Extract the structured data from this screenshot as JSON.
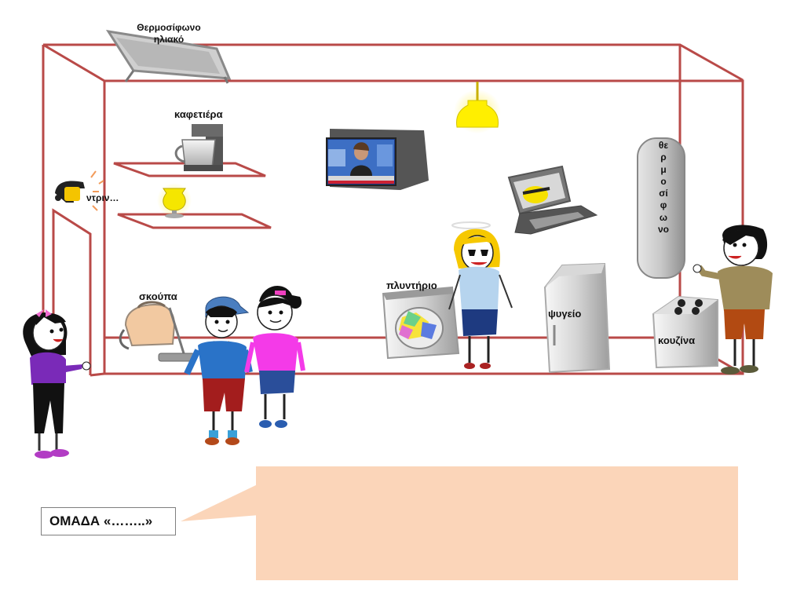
{
  "labels": {
    "solar_heater": "Θερμοσίφωνο ηλιακό",
    "coffee_maker": "καφετιέρα",
    "phone": "ντριν…",
    "broom": "σκούπα",
    "washer": "πλυντήριο",
    "fridge": "ψυγείο",
    "stove": "κουζίνα",
    "water_heater": "θερμοσίφωνο"
  },
  "team_box": {
    "text": "ΟΜΑΔΑ «……..»"
  },
  "speech_box": {
    "text": ""
  },
  "colors": {
    "house_frame": "#b94a48",
    "speech_fill": "#fbd5b9",
    "lamp": "#ffef00",
    "appliance_grey": "#bfbfbf"
  }
}
